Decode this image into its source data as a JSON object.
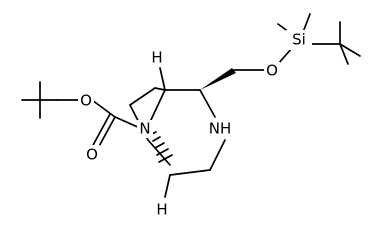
{
  "atoms": {
    "o_ester": "O",
    "o_carbonyl": "O",
    "n_bridge": "N",
    "h_top": "H",
    "h_bottom": "H",
    "nh": "NH",
    "o_silyl": "O",
    "si": "Si"
  },
  "colors": {
    "ink": "#000000",
    "background": "#ffffff"
  }
}
